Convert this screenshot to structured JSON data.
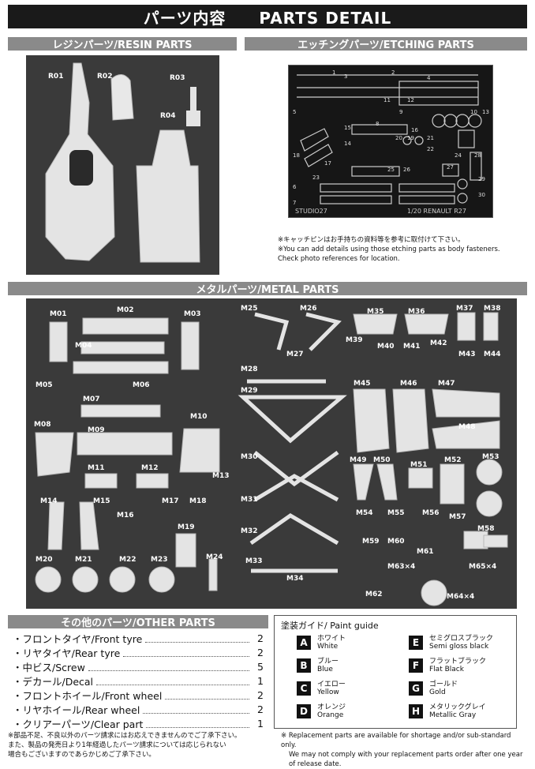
{
  "title": "パーツ内容　　PARTS DETAIL",
  "resin": {
    "header": "レジンパーツ/RESIN PARTS",
    "labels": [
      "R01",
      "R02",
      "R03",
      "R04"
    ]
  },
  "etching": {
    "header": "エッチングパーツ/ETCHING PARTS",
    "fret_left": "STUDIO27",
    "fret_right": "1/20 RENAULT R27",
    "numbers": [
      "1",
      "2",
      "3",
      "4",
      "5",
      "6",
      "7",
      "8",
      "9",
      "10",
      "11",
      "12",
      "13",
      "14",
      "15",
      "16",
      "17",
      "18",
      "19",
      "20",
      "21",
      "22",
      "23",
      "24",
      "25",
      "26",
      "27",
      "28",
      "29",
      "30"
    ],
    "note_jp": "※キャッチピンはお手持ちの資料等を参考に取付けて下さい。",
    "note_en": "※You can add details using those etching parts as body fasteners. Check photo references for location."
  },
  "metal": {
    "header": "メタルパーツ/METAL PARTS",
    "labels": [
      "M01",
      "M02",
      "M03",
      "M04",
      "M05",
      "M06",
      "M07",
      "M08",
      "M09",
      "M10",
      "M11",
      "M12",
      "M13",
      "M14",
      "M15",
      "M16",
      "M17",
      "M18",
      "M19",
      "M20",
      "M21",
      "M22",
      "M23",
      "M24",
      "M25",
      "M26",
      "M27",
      "M28",
      "M29",
      "M30",
      "M31",
      "M32",
      "M33",
      "M34",
      "M35",
      "M36",
      "M37",
      "M38",
      "M39",
      "M40",
      "M41",
      "M42",
      "M43",
      "M44",
      "M45",
      "M46",
      "M47",
      "M48",
      "M49",
      "M50",
      "M51",
      "M52",
      "M53",
      "M54",
      "M55",
      "M56",
      "M57",
      "M58",
      "M59",
      "M60",
      "M61",
      "M62",
      "M63×4",
      "M64×4",
      "M65×4"
    ]
  },
  "other": {
    "header": "その他のパーツ/OTHER PARTS",
    "items": [
      {
        "name": "・フロントタイヤ/Front tyre",
        "qty": "2"
      },
      {
        "name": "・リヤタイヤ/Rear tyre",
        "qty": "2"
      },
      {
        "name": "・中ビス/Screw",
        "qty": "5"
      },
      {
        "name": "・デカール/Decal",
        "qty": "1"
      },
      {
        "name": "・フロントホイール/Front wheel",
        "qty": "2"
      },
      {
        "name": "・リヤホイール/Rear wheel",
        "qty": "2"
      },
      {
        "name": "・クリアーパーツ/Clear part",
        "qty": "1"
      }
    ]
  },
  "paint": {
    "header": "塗装ガイド/ Paint guide",
    "items": [
      {
        "letter": "A",
        "jp": "ホワイト",
        "en": "White"
      },
      {
        "letter": "B",
        "jp": "ブルー",
        "en": "Blue"
      },
      {
        "letter": "C",
        "jp": "イエロー",
        "en": "Yellow"
      },
      {
        "letter": "D",
        "jp": "オレンジ",
        "en": "Orange"
      },
      {
        "letter": "E",
        "jp": "セミグロスブラック",
        "en": "Semi gloss black"
      },
      {
        "letter": "F",
        "jp": "フラットブラック",
        "en": "Flat Black"
      },
      {
        "letter": "G",
        "jp": "ゴールド",
        "en": "Gold"
      },
      {
        "letter": "H",
        "jp": "メタリックグレイ",
        "en": "Metallic Gray"
      }
    ]
  },
  "footer": {
    "jp": [
      "※部品不足、不良以外のパーツ請求にはお応えできませんのでご了承下さい。",
      "また、製品の発売日より1年経過したパーツ請求については応じられない",
      "場合もございますのであらかじめご了承下さい。"
    ],
    "en": [
      "※ Replacement parts are available for shortage and/or sub-standard only.",
      "We may not comply with your replacement parts order after one year",
      "of release date."
    ]
  }
}
